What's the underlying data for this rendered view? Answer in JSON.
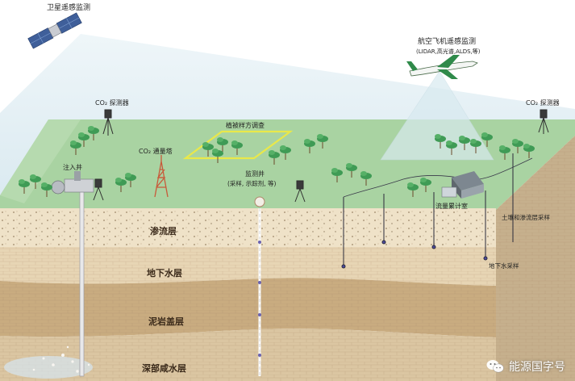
{
  "labels": {
    "satellite": "卫星遥感监测",
    "aircraft": "航空飞机遥感监测",
    "aircraft_sub": "(LIDAR,高光谱,ALDS,等)",
    "co2_left": "CO₂ 探测器",
    "co2_right": "CO₂ 探测器",
    "vegetation_plot": "植被样方调查",
    "flux_tower": "CO₂ 通量塔",
    "injection_well": "注入井",
    "monitor_well": "监测井",
    "monitor_well_sub": "(采样, 示踪剂, 等)",
    "flow_meter": "流量累计室",
    "soil_gas": "土壤和渗流层采样",
    "groundwater_sampling": "地下水采样"
  },
  "layers": [
    {
      "name": "渗流层",
      "color": "#efe2c8"
    },
    {
      "name": "地下水层",
      "color": "#e7d5b4"
    },
    {
      "name": "泥岩盖层",
      "color": "#c9ac80"
    },
    {
      "name": "深部咸水层",
      "color": "#dbc6a2"
    }
  ],
  "colors": {
    "grass": "#a9d3a2",
    "beam": "#d4e6ee",
    "tree": "#3f9b55"
  },
  "watermark": {
    "icon": "wechat-icon",
    "text": "能源国字号"
  }
}
